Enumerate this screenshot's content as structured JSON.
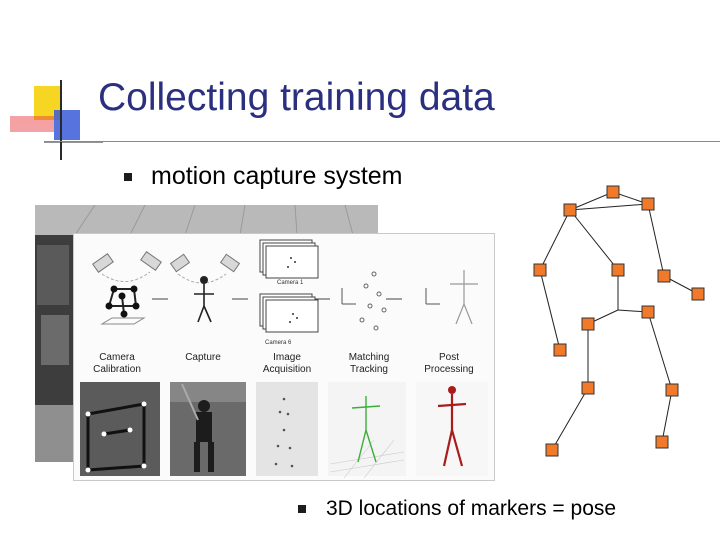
{
  "slide": {
    "title": "Collecting training data",
    "bullets": [
      {
        "text": "motion capture system"
      },
      {
        "text": "3D locations of markers = pose"
      }
    ],
    "figure": {
      "pipeline_labels": [
        "Camera\nCalibration",
        "Capture",
        "Image\nAcquisition",
        "Matching\nTracking",
        "Post\nProcessing"
      ],
      "camera_labels": [
        "Camera 1",
        "Camera 6"
      ]
    },
    "colors": {
      "title": "#2b2f80",
      "marker_fill": "#f07a2a",
      "logo_yellow": "#f7d417",
      "logo_blue": "#3a5bd8",
      "logo_red": "#e5343a"
    }
  }
}
